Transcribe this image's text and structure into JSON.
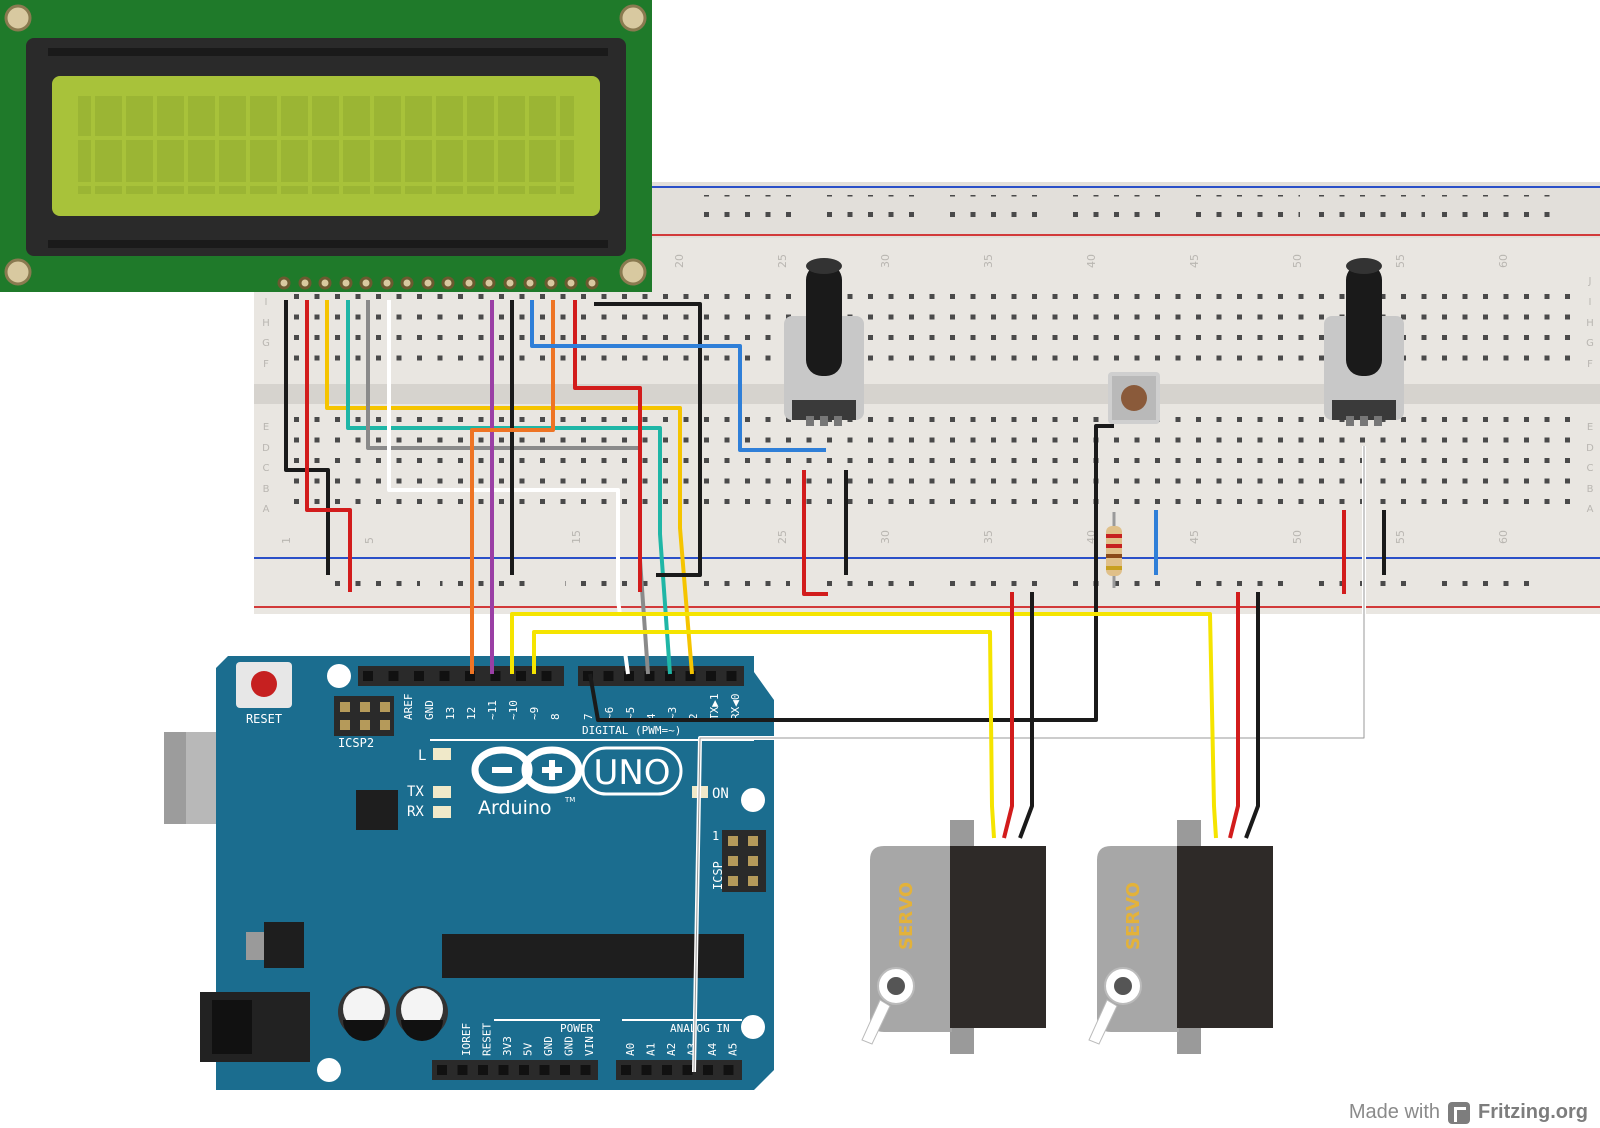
{
  "arduino": {
    "reset_label": "RESET",
    "icsp2_label": "ICSP2",
    "icsp_label": "ICSP",
    "uno_label": "UNO",
    "brand_label": "Arduino",
    "tm": "TM",
    "on_label": "ON",
    "led_l": "L",
    "led_tx": "TX",
    "led_rx": "RX",
    "digital_label": "DIGITAL (PWM=~)",
    "power_label": "POWER",
    "analog_label": "ANALOG IN",
    "icsp_pin1": "1",
    "digital_pins_left": [
      "AREF",
      "GND",
      "13",
      "12",
      "~11",
      "~10",
      "~9",
      "8"
    ],
    "digital_pins_right": [
      "7",
      "~6",
      "~5",
      "4",
      "~3",
      "2",
      "TX▶1",
      "RX◀0"
    ],
    "power_pins": [
      "IOREF",
      "RESET",
      "3V3",
      "5V",
      "GND",
      "GND",
      "VIN"
    ],
    "analog_pins": [
      "A0",
      "A1",
      "A2",
      "A3",
      "A4",
      "A5"
    ]
  },
  "breadboard": {
    "row_letters_top": [
      "J",
      "I",
      "H",
      "G",
      "F"
    ],
    "row_letters_bottom": [
      "E",
      "D",
      "C",
      "B",
      "A"
    ],
    "column_numbers_top": [
      "20",
      "25",
      "30",
      "35",
      "40",
      "45",
      "50",
      "55",
      "60"
    ],
    "column_numbers_bottom": [
      "1",
      "5",
      "15",
      "25",
      "30",
      "35",
      "40",
      "45",
      "50",
      "55",
      "60"
    ]
  },
  "servos": [
    {
      "label": "SERVO"
    },
    {
      "label": "SERVO"
    }
  ],
  "watermark": {
    "made_with": "Made with",
    "brand": "Fritzing.org"
  },
  "colors": {
    "arduino_blue": "#1b6d8f",
    "lcd_board": "#1f7a2a",
    "lcd_screen": "#a8c23a",
    "breadboard": "#e6e3de"
  }
}
